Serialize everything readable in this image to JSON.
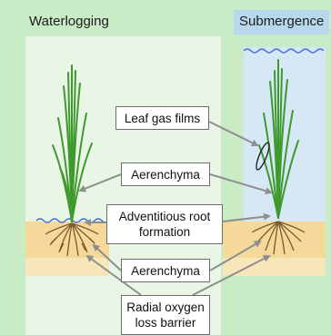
{
  "titles": {
    "left": "Waterlogging",
    "right": "Submergence"
  },
  "labels": {
    "leaf_gas_films": "Leaf gas films",
    "aerenchyma_top": "Aerenchyma",
    "adventitious_line1": "Adventitious root",
    "adventitious_line2": "formation",
    "aerenchyma_bottom": "Aerenchyma",
    "rol_line1": "Radial oxygen",
    "rol_line2": "loss barrier"
  },
  "colors": {
    "background": "#c9ebc6",
    "water": "#d6e8f5",
    "soil": "#f5d99a",
    "wave": "#4a6fd8",
    "plant": "#3f9a2e",
    "roots": "#7a5a2a",
    "arrow": "#8e8e8e"
  }
}
